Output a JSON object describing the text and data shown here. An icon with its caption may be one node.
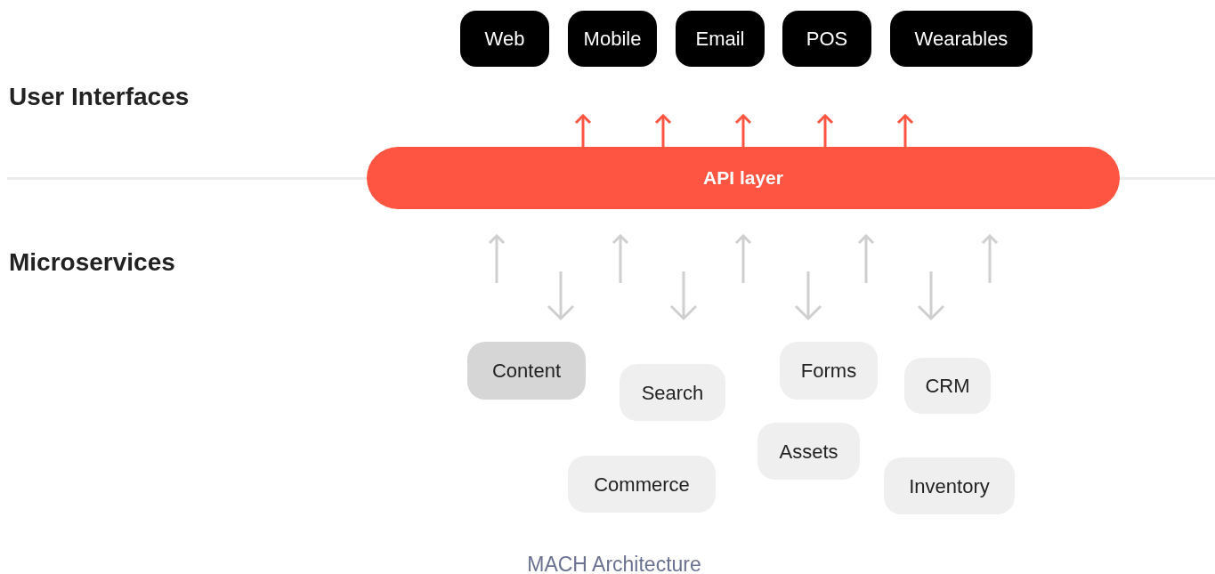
{
  "diagram": {
    "caption": "MACH Architecture",
    "nodes": [
      {
        "text": [
          "Web"
        ]
      },
      {
        "text": [
          "Mobile"
        ]
      },
      {
        "text": [
          "Email"
        ]
      },
      {
        "text": [
          "POS"
        ]
      },
      {
        "text": [
          "Wearables"
        ]
      },
      {
        "text": [
          "API layer"
        ]
      },
      {
        "text": [
          "Content"
        ]
      },
      {
        "text": [
          "Forms"
        ]
      },
      {
        "text": [
          "CRM"
        ]
      },
      {
        "text": [
          "Search"
        ]
      },
      {
        "text": [
          "Assets"
        ]
      },
      {
        "text": [
          "Commerce"
        ]
      },
      {
        "text": [
          "Inventory"
        ]
      }
    ],
    "edges": [
      {
        "from": 5,
        "to": null,
        "arrow": "to",
        "color": "#fd5541"
      },
      {
        "from": 5,
        "to": null,
        "arrow": "to",
        "color": "#fd5541"
      },
      {
        "from": 5,
        "to": null,
        "arrow": "to",
        "color": "#fd5541"
      },
      {
        "from": 5,
        "to": null,
        "arrow": "to",
        "color": "#fd5541"
      },
      {
        "from": 5,
        "to": null,
        "arrow": "to",
        "color": "#fd5541"
      },
      {
        "from": null,
        "to": 5,
        "arrow": "to",
        "color": "#cfcfcf"
      },
      {
        "from": null,
        "to": 5,
        "arrow": "to",
        "color": "#cfcfcf"
      },
      {
        "from": null,
        "to": 5,
        "arrow": "to",
        "color": "#cfcfcf"
      },
      {
        "from": null,
        "to": 5,
        "arrow": "to",
        "color": "#cfcfcf"
      },
      {
        "from": null,
        "to": 5,
        "arrow": "to",
        "color": "#cfcfcf"
      }
    ],
    "labels": [
      "User Interfaces",
      "Microservices"
    ]
  }
}
